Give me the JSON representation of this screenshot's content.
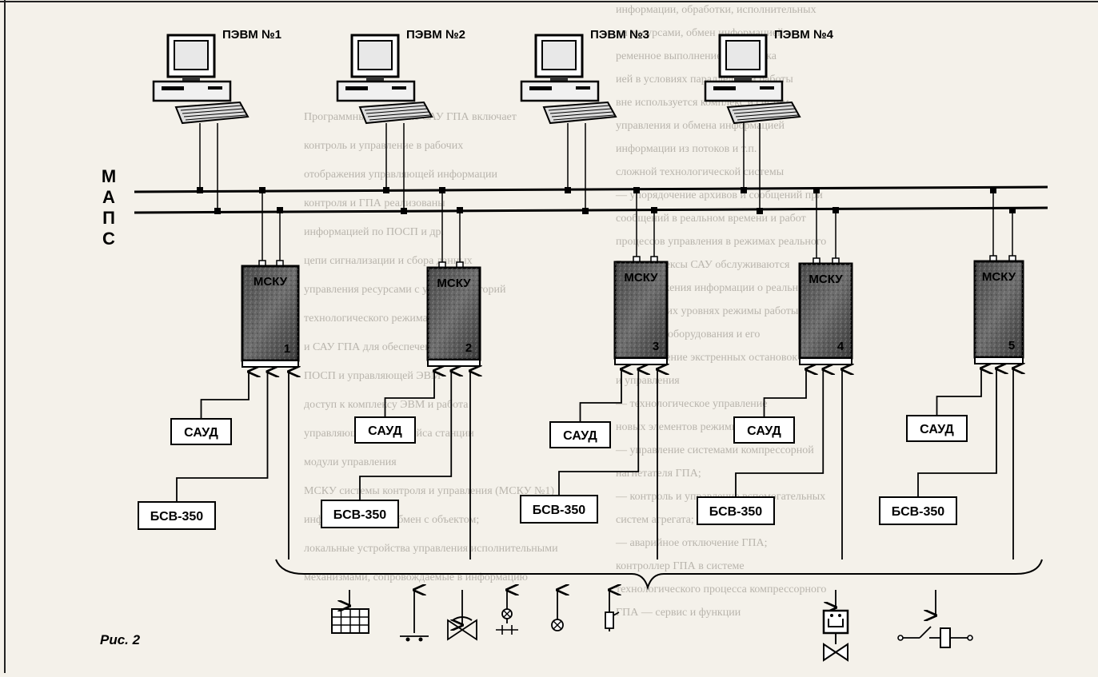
{
  "computers": [
    {
      "label": "ПЭВМ №1"
    },
    {
      "label": "ПЭВМ №2"
    },
    {
      "label": "ПЭВМ №3"
    },
    {
      "label": "ПЭВМ №4"
    }
  ],
  "bus_label": [
    "М",
    "А",
    "П",
    "С"
  ],
  "msku": [
    {
      "label": "МСКУ",
      "number": "1"
    },
    {
      "label": "МСКУ",
      "number": "2"
    },
    {
      "label": "МСКУ",
      "number": "3"
    },
    {
      "label": "МСКУ",
      "number": "4"
    },
    {
      "label": "МСКУ",
      "number": "5"
    }
  ],
  "saud": [
    "САУД",
    "САУД",
    "САУД",
    "САУД",
    "САУД"
  ],
  "bsv": [
    "БСВ-350",
    "БСВ-350",
    "БСВ-350",
    "БСВ-350",
    "БСВ-350"
  ],
  "field_devices": [
    "grid-display-icon",
    "sensor-arrow-icon",
    "valve-actuator-icon",
    "lamp-indicator-icon",
    "lamp-icon",
    "switch-icon",
    "motor-valve-icon",
    "relay-contact-icon"
  ],
  "caption": "Рис. 2",
  "background_text": [
    "информации, обработки, исполнительных",
    "ии ресурсами, обмен информацией",
    "ременное выполнение и проверка",
    "ией в условиях параллельной работы",
    "вне используется комплекс и систем",
    "управления и обмена информацией",
    "информации из потоков и т.п.",
    "сложной технологической системы",
    "— упорядочение архивов и сообщений при",
    "сообщений в реальном времени и работ",
    "процессов управления в режимах реального",
    "Все комплексы САУ обслуживаются",
    "— отображения информации о реальном",
    "в нескольких уровнях режимы работы ГПА",
    "основного оборудования и его",
    "— выполнение экстренных остановок",
    "и управления",
    "— технологическое управление",
    "новых элементов режимных функций",
    "— управление системами компрессорной",
    "нагнетателя ГПА;",
    "— контроль и управление вспомогательных",
    "систем агрегата;",
    "— аварийное отключение ГПА;",
    "контроллер ГПА в системе",
    "технологического процесса компрессорного",
    "ГПА — сервис и функции",
    "Программный комплекс САУ ГПА включает",
    "контроль и управление в рабочих",
    "отображения управляющей информации",
    "контроля и ГПА реализованы",
    "информацией по ПОСП и др.",
    "цепи сигнализации и сбора данных",
    "управления ресурсами с учетом категорий",
    "технологического режима.",
    "и САУ ГПА для обеспечения",
    "ПОСП и управляющей ЭВМ",
    "доступ к комплексу ЭВМ и работа",
    "управляющего интерфейса станции",
    "модули управления",
    "МСКУ системы контроля и управления (МСКУ №1)",
    "информационный обмен с объектом;",
    "локальные устройства управления исполнительными",
    "механизмами, сопровождаемые в информацию"
  ]
}
